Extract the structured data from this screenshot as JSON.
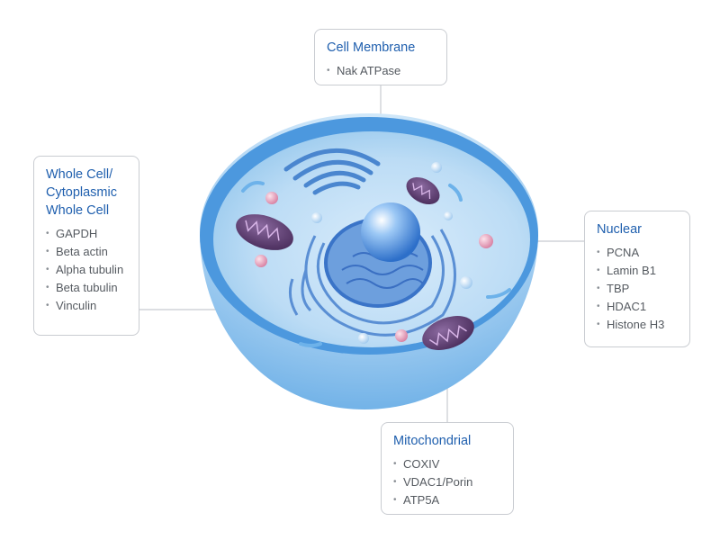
{
  "colors": {
    "title": "#1f5fae",
    "item": "#555a60",
    "border": "#c9ccd1",
    "connector": "#c8cbd0",
    "cell_outer": "#3f8fd9",
    "cytoplasm": "#b9dcf5",
    "nucleus": "#3a74c8",
    "mitochondria": "#5b3a6e",
    "vesicle": "#e9a9c0"
  },
  "labels": {
    "membrane": {
      "title": "Cell Membrane",
      "items": [
        "Nak ATPase"
      ]
    },
    "whole_cell": {
      "title": "Whole Cell/\nCytoplasmic\nWhole Cell",
      "items": [
        "GAPDH",
        "Beta actin",
        "Alpha tubulin",
        "Beta tubulin",
        "Vinculin"
      ]
    },
    "nuclear": {
      "title": "Nuclear",
      "items": [
        "PCNA",
        "Lamin B1",
        "TBP",
        "HDAC1",
        "Histone H3"
      ]
    },
    "mitochondrial": {
      "title": "Mitochondrial",
      "items": [
        "COXIV",
        "VDAC1/Porin",
        "ATP5A"
      ]
    }
  }
}
